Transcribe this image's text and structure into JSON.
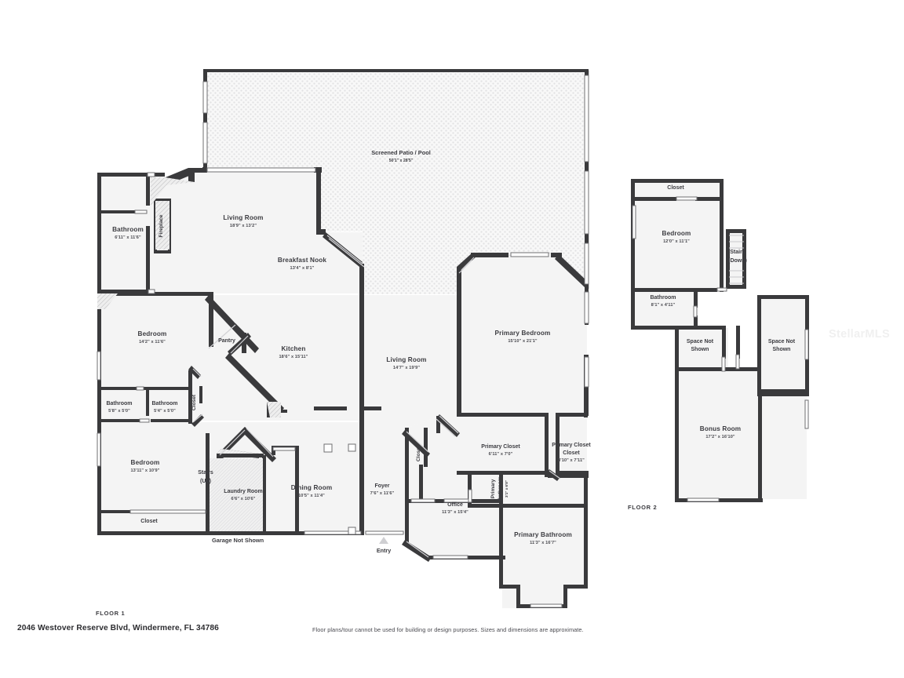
{
  "document": {
    "address": "2046 Westover Reserve Blvd, Windermere, FL 34786",
    "disclaimer": "Floor plans/tour cannot be used for building or design purposes. Sizes and dimensions are approximate.",
    "watermark": "StellarMLS"
  },
  "floors": [
    {
      "id": "floor1",
      "tag": "FLOOR 1"
    },
    {
      "id": "floor2",
      "tag": "FLOOR 2"
    }
  ],
  "annotations": {
    "entry": "Entry",
    "garage_not_shown": "Garage Not Shown"
  },
  "floor1_rooms": {
    "screened_patio": {
      "name": "Screened Patio / Pool",
      "dim": "50'1\" x 28'5\""
    },
    "living_room_1": {
      "name": "Living Room",
      "dim": "18'9\" x 13'2\""
    },
    "breakfast_nook": {
      "name": "Breakfast Nook",
      "dim": "13'4\" x 8'1\""
    },
    "bathroom_1": {
      "name": "Bathroom",
      "dim": "6'11\" x 11'6\""
    },
    "fireplace": {
      "name": "Fireplace",
      "dim": ""
    },
    "bedroom_1": {
      "name": "Bedroom",
      "dim": "14'2\" x 11'6\""
    },
    "pantry": {
      "name": "Pantry",
      "dim": ""
    },
    "kitchen": {
      "name": "Kitchen",
      "dim": "18'6\" x 15'11\""
    },
    "bathroom_2": {
      "name": "Bathroom",
      "dim": "5'8\" x 5'0\""
    },
    "bathroom_3": {
      "name": "Bathroom",
      "dim": "5'4\" x 5'0\""
    },
    "closet_hall": {
      "name": "Closet",
      "dim": ""
    },
    "bedroom_2": {
      "name": "Bedroom",
      "dim": "13'11\" x 10'9\""
    },
    "closet_bed2": {
      "name": "Closet",
      "dim": ""
    },
    "stairs_up": {
      "name": "Stairs",
      "sub": "(Up)"
    },
    "laundry_room": {
      "name": "Laundry Room",
      "dim": "6'6\" x 10'6\""
    },
    "dining_room": {
      "name": "Dining Room",
      "dim": "10'5\" x 11'4\""
    },
    "living_room_2": {
      "name": "Living Room",
      "dim": "14'7\" x 19'9\""
    },
    "primary_bedroom": {
      "name": "Primary Bedroom",
      "dim": "15'10\" x 21'1\""
    },
    "foyer": {
      "name": "Foyer",
      "dim": "7'6\" x 11'6\""
    },
    "closet_foyer": {
      "name": "Closet",
      "dim": ""
    },
    "primary_closet_1": {
      "name": "Primary Closet",
      "dim": "6'11\" x 7'0\""
    },
    "primary_closet_2": {
      "name": "Primary Closet",
      "dim": "3'10\" x 7'11\""
    },
    "office": {
      "name": "Office",
      "dim": "11'3\" x 15'4\""
    },
    "primary_bath_small": {
      "name": "Primary Bathroom",
      "dim": "3'1\" x 6'8\""
    },
    "primary_bathroom": {
      "name": "Primary Bathroom",
      "dim": "11'3\" x 16'7\""
    }
  },
  "floor2_rooms": {
    "closet": {
      "name": "Closet",
      "dim": ""
    },
    "bedroom": {
      "name": "Bedroom",
      "dim": "12'0\" x 11'1\""
    },
    "stairs_down": {
      "name": "Stairs",
      "sub": "(Down)"
    },
    "bathroom": {
      "name": "Bathroom",
      "dim": "8'1\" x 4'11\""
    },
    "space_not_shown_1": {
      "name": "Space Not",
      "sub": "Shown"
    },
    "space_not_shown_2": {
      "name": "Space Not",
      "sub": "Shown"
    },
    "bonus_room": {
      "name": "Bonus Room",
      "dim": "17'2\" x 16'10\""
    }
  },
  "colors": {
    "wall": "#3a3a3c",
    "room_fill": "#f4f4f4",
    "text": "#3c3c41",
    "watermark": "#f0f0f0"
  }
}
